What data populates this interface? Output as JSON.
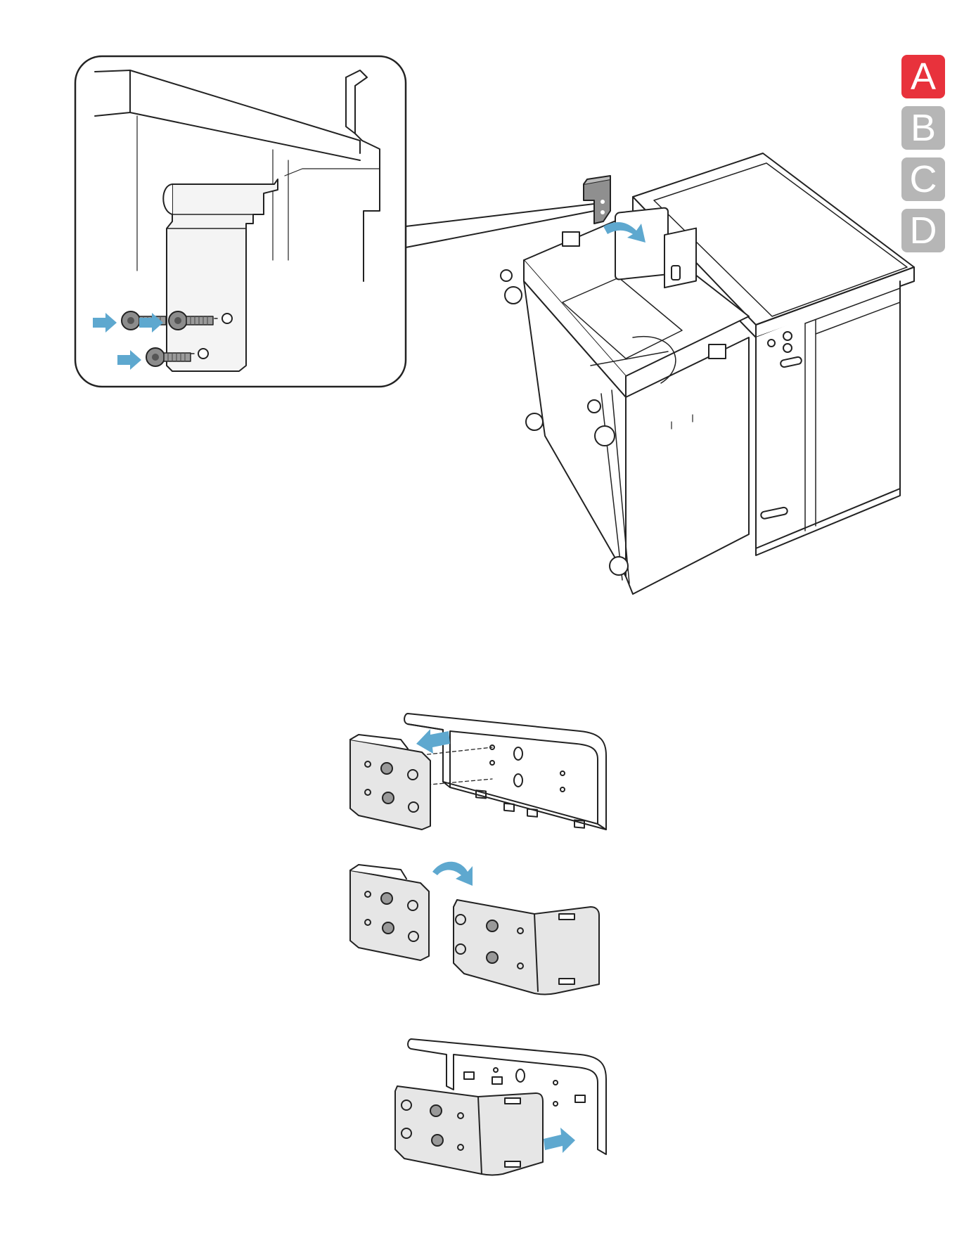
{
  "tabs": [
    {
      "letter": "A",
      "active": true
    },
    {
      "letter": "B",
      "active": false
    },
    {
      "letter": "C",
      "active": false
    },
    {
      "letter": "D",
      "active": false
    }
  ],
  "colors": {
    "tab_active": "#e8323c",
    "tab_inactive": "#b6b6b6",
    "arrow": "#5ea8cf",
    "line": "#222222",
    "plate": "#e6e6e6"
  },
  "icons": [
    "push-arrow-icon",
    "rotate-arrow-icon",
    "screw-icon"
  ]
}
